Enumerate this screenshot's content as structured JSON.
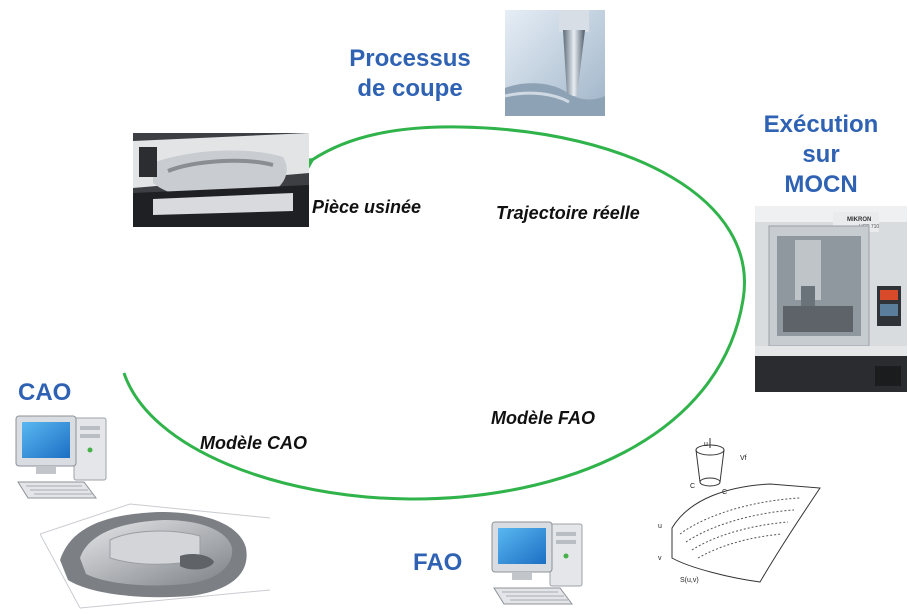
{
  "nodes": {
    "processus": {
      "line1": "Processus",
      "line2": "de coupe"
    },
    "execution": {
      "line1": "Exécution",
      "line2": "sur",
      "line3": "MOCN"
    },
    "cao": "CAO",
    "fao": "FAO"
  },
  "edges": {
    "piece_usinee": "Pièce usinée",
    "trajectoire_reelle": "Trajectoire réelle",
    "modele_fao": "Modèle FAO",
    "modele_cao": "Modèle CAO"
  },
  "machine": {
    "brand": "MIKRON",
    "model": "UCP 710"
  },
  "toolpath": {
    "u": "u",
    "vf": "Vf",
    "c1": "C",
    "c2": "C",
    "u_axis": "u",
    "v_axis": "v",
    "surface": "S(u,v)"
  },
  "colors": {
    "cycle": "#2fb34a",
    "label_blue": "#2f62b3"
  }
}
